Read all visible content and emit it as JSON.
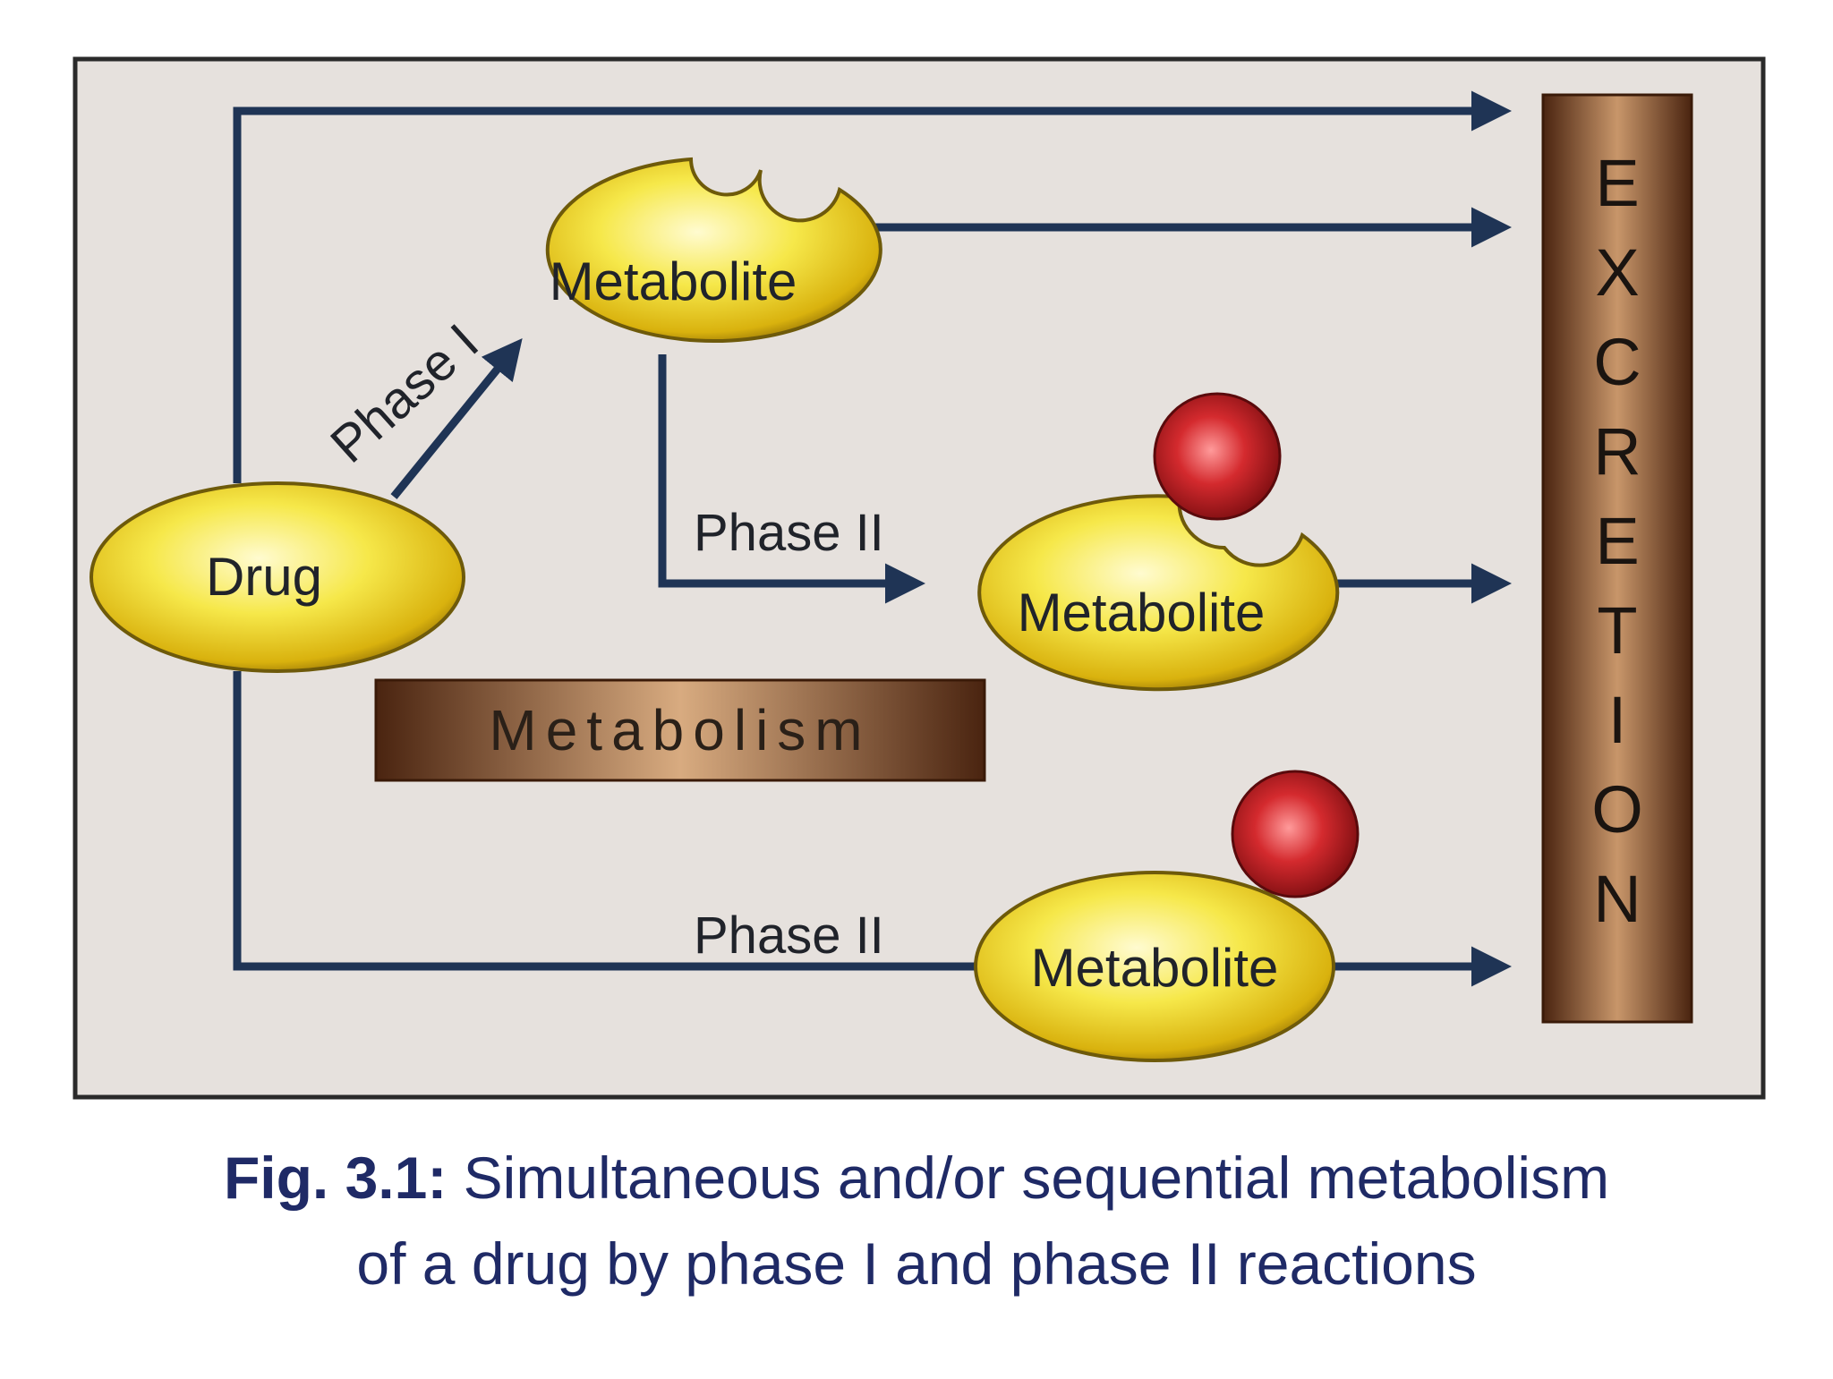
{
  "diagram": {
    "nodes": {
      "drug": "Drug",
      "metabolite_phase1": "Metabolite",
      "metabolite_seq": "Metabolite",
      "metabolite_direct": "Metabolite"
    },
    "labels": {
      "phase_one": "Phase I",
      "phase_two_seq": "Phase II",
      "phase_two_direct": "Phase II",
      "metabolism": "Metabolism",
      "excretion": [
        "E",
        "X",
        "C",
        "R",
        "E",
        "T",
        "I",
        "O",
        "N"
      ]
    },
    "colors": {
      "frame_bg": "#e6e1dd",
      "arrow": "#1f3455",
      "ellipse_fill": "#f3e23a",
      "ellipse_stroke": "#6e5a0a",
      "conjugate": "#c21f24",
      "brown_dark": "#4a2410",
      "brown_light": "#c8966a"
    }
  },
  "caption": {
    "prefix": "Fig. 3.1:",
    "line1": "Simultaneous and/or sequential metabolism",
    "line2": "of a drug by phase I and phase II reactions"
  }
}
